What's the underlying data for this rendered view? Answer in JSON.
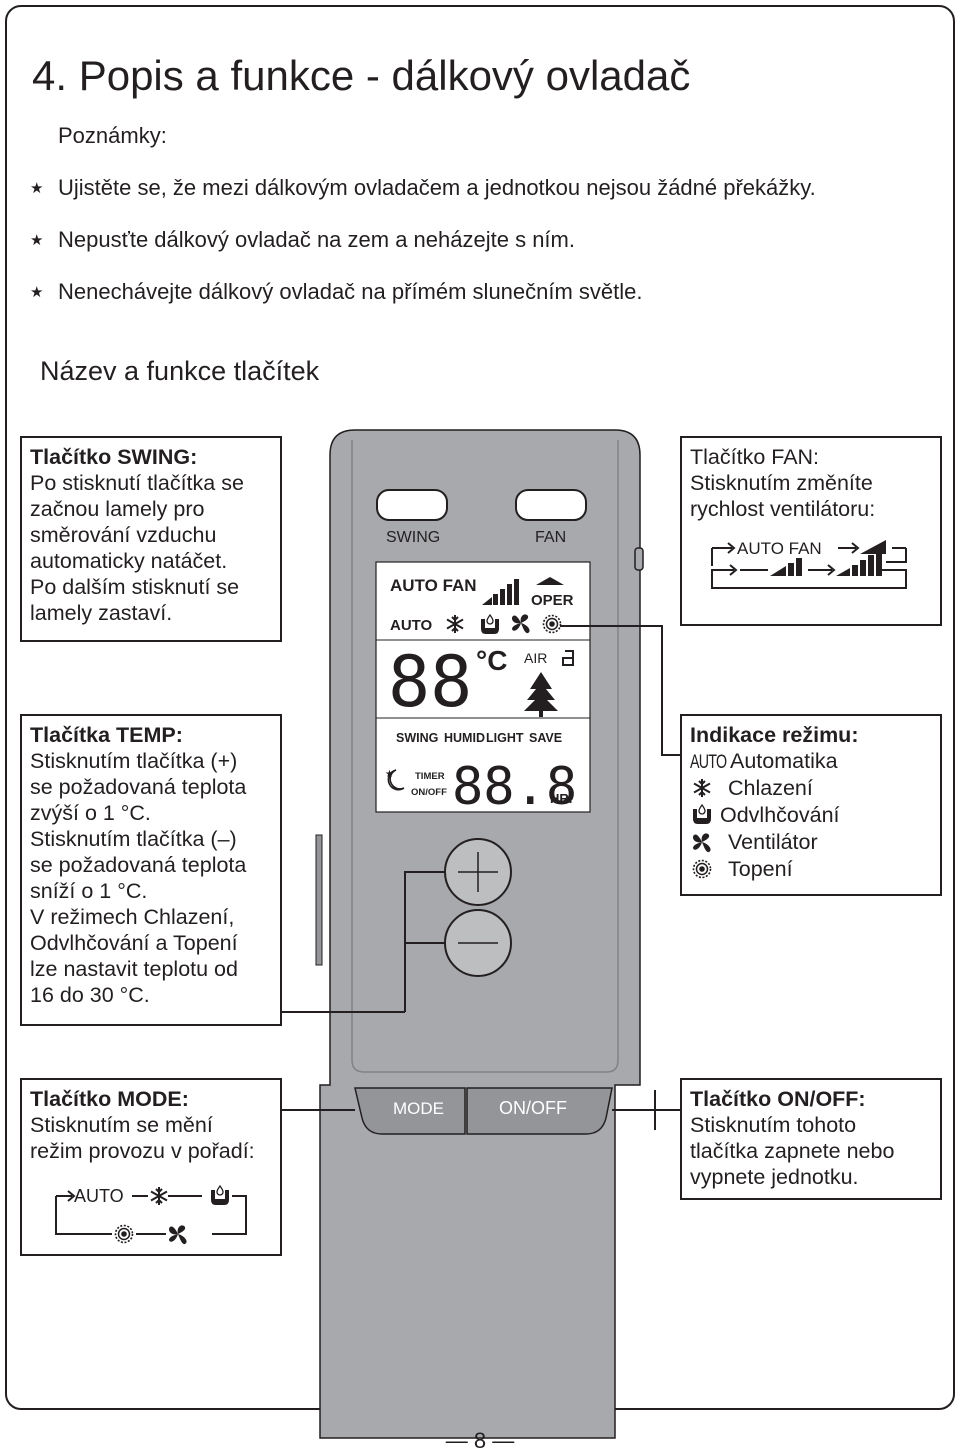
{
  "page": {
    "title": "4. Popis a funkce - dálkový ovladač",
    "notes_label": "Poznámky:",
    "notes": [
      "Ujistěte se, že mezi dálkovým ovladačem a jednotkou nejsou žádné překážky.",
      "Nepusťte dálkový ovladač na zem a neházejte s ním.",
      "Nenechávejte dálkový ovladač na přímém slunečním světle."
    ],
    "section_title": "Název a funkce tlačítek",
    "page_number": "— 8 —"
  },
  "callouts": {
    "swing": {
      "title": "Tlačítko SWING:",
      "body": "Po stisknutí tlačítka se\nzačnou lamely pro\nsměrování vzduchu\nautomaticky natáčet.\nPo dalším stisknutí se\nlamely zastaví."
    },
    "fan": {
      "title": "Tlačítko FAN:",
      "body": "Stisknutím změníte\nrychlost ventilátoru:",
      "cycle_start": "AUTO FAN"
    },
    "temp": {
      "title": "Tlačítka TEMP:",
      "body": "Stisknutím tlačítka (+)\nse požadovaná teplota\nzvýší o 1 °C.\nStisknutím tlačítka (–)\nse požadovaná teplota\nsníží o 1 °C.\nV režimech Chlazení,\nOdvlhčování a Topení\nlze nastavit teplotu od\n16 do 30 °C."
    },
    "indicator": {
      "title": "Indikace režimu:",
      "modes": [
        {
          "icon": "auto-icon",
          "badge": "AUTO",
          "label": "Automatika"
        },
        {
          "icon": "snowflake-icon",
          "label": "Chlazení"
        },
        {
          "icon": "dehumidify-icon",
          "label": "Odvlhčování"
        },
        {
          "icon": "fan-icon",
          "label": "Ventilátor"
        },
        {
          "icon": "sun-icon",
          "label": "Topení"
        }
      ]
    },
    "mode": {
      "title": "Tlačítko MODE:",
      "body": "Stisknutím se mění\nrežim provozu v pořadí:",
      "cycle_start": "AUTO"
    },
    "onoff": {
      "title": "Tlačítko ON/OFF:",
      "body": "Stisknutím tohoto\ntlačítka zapnete nebo\nvypnete jednotku."
    }
  },
  "remote": {
    "swing_label": "SWING",
    "fan_label": "FAN",
    "mode_label": "MODE",
    "onoff_label": "ON/OFF",
    "lcd": {
      "auto_fan": "AUTO FAN",
      "oper": "OPER",
      "auto": "AUTO",
      "temperature": "88",
      "unit": "°C",
      "air": "AIR",
      "swing": "SWING",
      "humid": "HUMID",
      "light": "LIGHT",
      "save": "SAVE",
      "timer": "TIMER",
      "onoff": "ON/OFF",
      "timer_value": "88.8",
      "hr": "HR."
    }
  },
  "colors": {
    "remote_body": "#a7a9ac",
    "remote_shade": "#939598",
    "lcd_bg": "#ffffff",
    "ink": "#231f20"
  }
}
